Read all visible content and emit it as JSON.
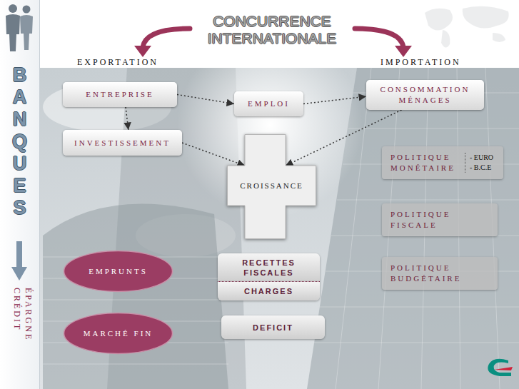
{
  "diagram": {
    "title": "CONCURRENCE INTERNATIONALE",
    "nodes": [
      {
        "text": [
          "BANQUES",
          "ÉPARGNE CRÉDIT"
        ]
      },
      {
        "text": [
          "ENTREPRISE"
        ]
      },
      {
        "text": [
          "EMPLOI"
        ]
      },
      {
        "text": [
          "CONSOMMATION MÉNAGES"
        ]
      },
      {
        "text": [
          "INVESTISSEMENT"
        ]
      },
      {
        "text": [
          "CROISSANCE"
        ]
      },
      {
        "text": [
          "POLITIQUE MONÉTAIRE",
          "- EURO",
          "- B.C.E"
        ]
      },
      {
        "text": [
          "POLITIQUE FISCALE"
        ]
      },
      {
        "text": [
          "POLITIQUE BUDGÉTAIRE"
        ]
      },
      {
        "text": [
          "EMPRUNTS"
        ]
      },
      {
        "text": [
          "RECETTES FISCALES"
        ]
      },
      {
        "text": [
          "CHARGES"
        ]
      },
      {
        "text": [
          "MARCHÉ FIN"
        ]
      },
      {
        "text": [
          "DEFICIT"
        ]
      }
    ],
    "edges": [
      {
        "from": 1,
        "to": 2,
        "arrow": "to"
      },
      {
        "from": 2,
        "to": 3,
        "arrow": "to"
      },
      {
        "from": 1,
        "to": 4,
        "arrow": "to"
      },
      {
        "from": 4,
        "to": 5,
        "arrow": "to"
      },
      {
        "from": 3,
        "to": 5,
        "arrow": "to"
      }
    ],
    "labels": [
      "EXPORTATION",
      "IMPORTATION"
    ]
  }
}
